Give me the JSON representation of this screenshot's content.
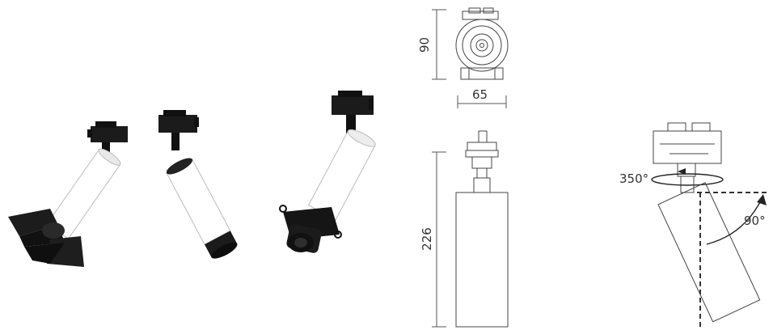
{
  "dimensions": {
    "height_top": "90",
    "width_top": "65",
    "height_side": "226"
  },
  "angles": {
    "rotation": "350°",
    "tilt": "90°"
  },
  "colors": {
    "fixture_white": "#ffffff",
    "fixture_black": "#1b1b1b",
    "outline": "#444444",
    "dim_line": "#555555",
    "guide_dash": "#333333"
  },
  "products": [
    {
      "variant": "barn-door"
    },
    {
      "variant": "plain"
    },
    {
      "variant": "snoot-flange"
    }
  ]
}
